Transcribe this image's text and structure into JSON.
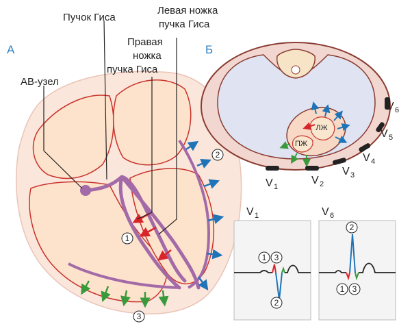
{
  "panel_a": {
    "letter": "А",
    "labels": {
      "his_bundle": "Пучок Гиса",
      "left_branch_1": "Левая ножка",
      "left_branch_2": "пучка Гиса",
      "right_branch_1": "Правая",
      "right_branch_2": "ножка",
      "right_branch_3": "пучка Гиса",
      "av_node": "АВ-узел"
    },
    "markers": [
      "1",
      "2",
      "3"
    ]
  },
  "panel_b": {
    "letter": "Б",
    "lv": "ЛЖ",
    "rv": "ПЖ",
    "leads": {
      "v1": {
        "letter": "V",
        "sub": "1"
      },
      "v2": {
        "letter": "V",
        "sub": "2"
      },
      "v3": {
        "letter": "V",
        "sub": "3"
      },
      "v4": {
        "letter": "V",
        "sub": "4"
      },
      "v5": {
        "letter": "V",
        "sub": "5"
      },
      "v6": {
        "letter": "V",
        "sub": "6"
      }
    }
  },
  "ecg": {
    "v1": {
      "letter": "V",
      "sub": "1",
      "markers": [
        "1",
        "3",
        "2"
      ]
    },
    "v6": {
      "letter": "V",
      "sub": "6",
      "markers": [
        "2",
        "1",
        "3"
      ]
    }
  },
  "colors": {
    "heart_fill": "#fde3cc",
    "pericardium_fill": "#fbe6db",
    "outline": "#c8332c",
    "conduction": "#a36aa8",
    "arrow_red": "#d8252b",
    "arrow_blue": "#1f74b8",
    "arrow_green": "#3a9a3b",
    "chest_fill": "#f2d6d0",
    "lung_fill": "#dfe3f2",
    "ecg_bg": "#f4f4f4"
  }
}
